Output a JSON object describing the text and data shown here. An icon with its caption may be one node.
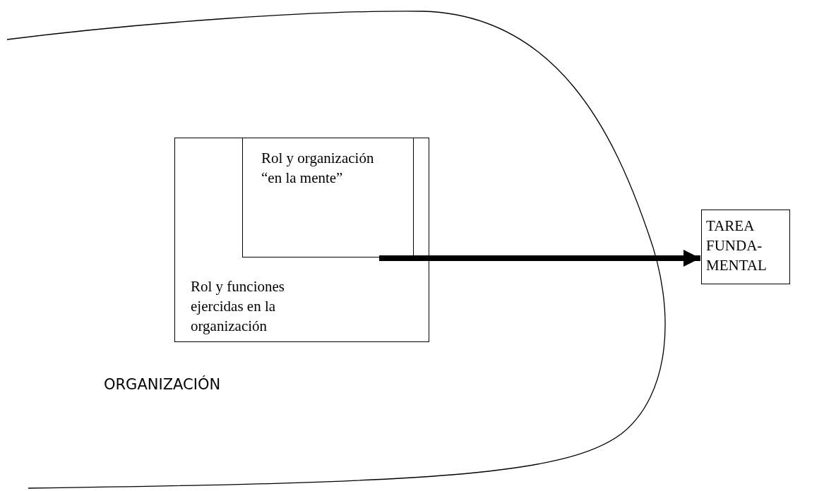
{
  "diagram": {
    "nodes": [
      {
        "text": [
          "ORGANIZACIÓN"
        ]
      },
      {
        "text": [
          "Rol y funciones ejercidas en la organización"
        ],
        "in": 0
      },
      {
        "text": [
          "Rol y organización “en la mente”"
        ],
        "in": 1
      },
      {
        "text": [
          "TAREA FUNDA- MENTAL"
        ]
      }
    ],
    "edges": [
      {
        "from": 2,
        "to": 3,
        "arrow": "to"
      }
    ]
  }
}
